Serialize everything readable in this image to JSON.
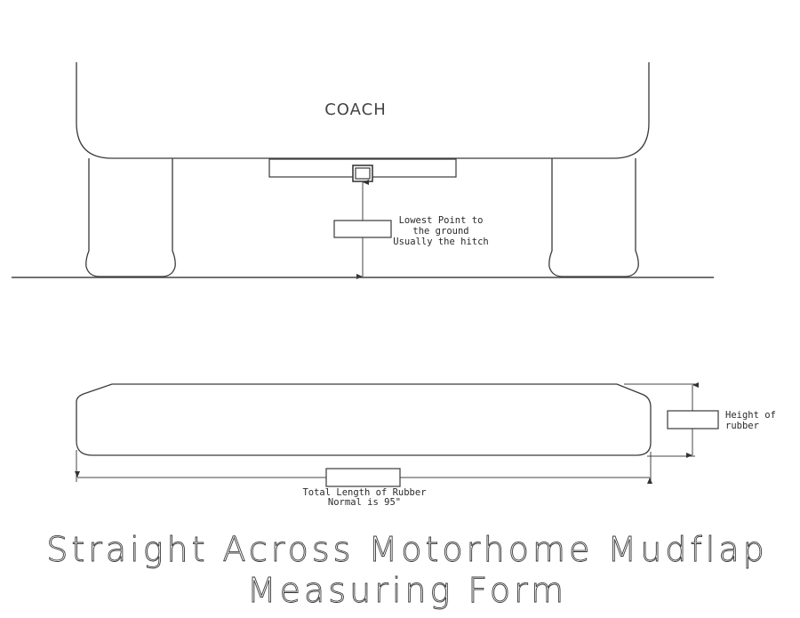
{
  "top_view": {
    "coach_label": "COACH",
    "hitch_callout": {
      "line1": "Lowest Point to",
      "line2": "the ground",
      "line3": "Usually the hitch"
    }
  },
  "bottom_view": {
    "height_callout": {
      "line1": "Height of",
      "line2": "rubber"
    },
    "length_callout": {
      "line1": "Total Length of Rubber",
      "line2": "Normal is 95\""
    }
  },
  "title": {
    "line1": "Straight Across Motorhome Mudflap",
    "line2": "Measuring Form"
  },
  "colors": {
    "line": "#3a3a3a",
    "background": "#ffffff"
  }
}
